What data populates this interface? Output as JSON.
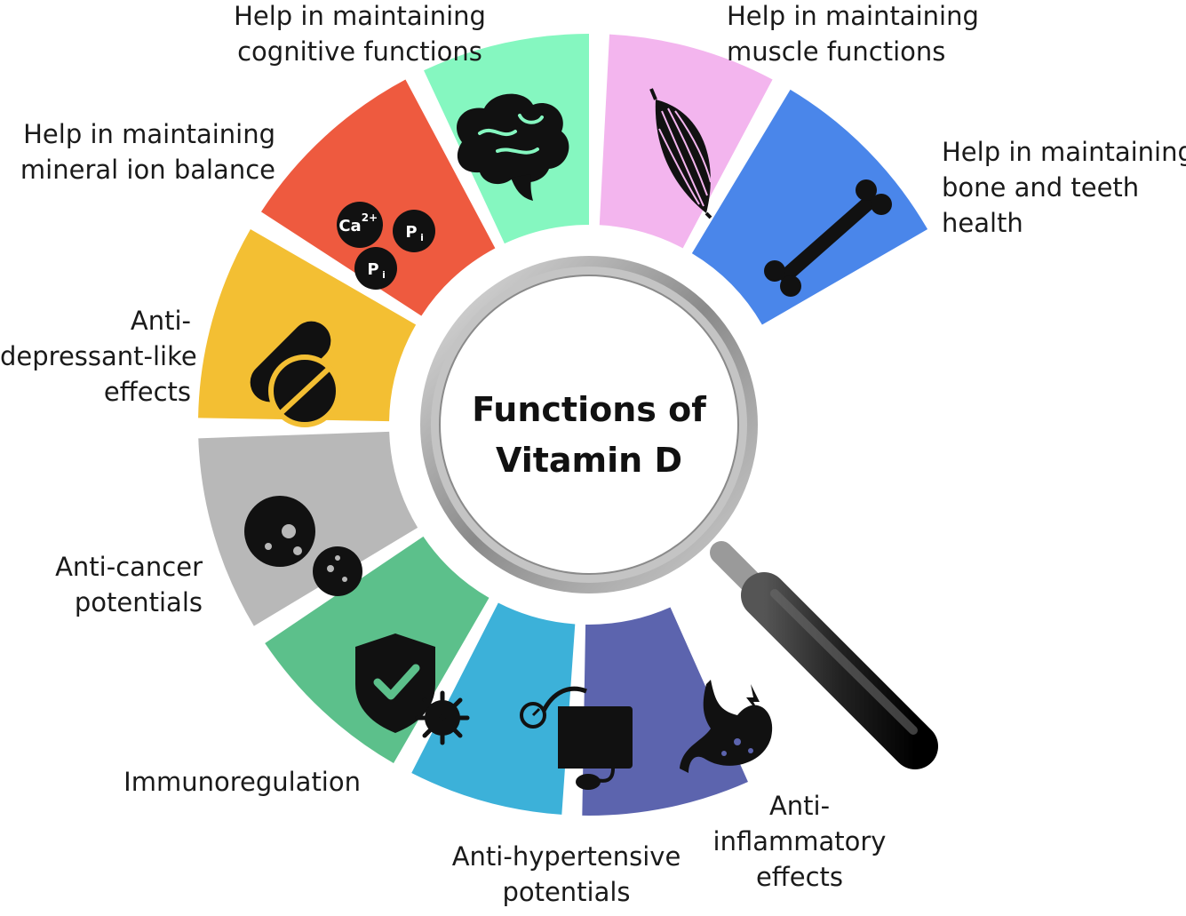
{
  "title": {
    "line1": "Functions of",
    "line2": "Vitamin D"
  },
  "segments": [
    {
      "id": "mineral",
      "color": "#ee5a3f",
      "icon": "mineral-ions-icon",
      "label": [
        "Help in maintaining",
        "mineral ion balance"
      ],
      "ions": [
        "Ca",
        "2+",
        "P",
        "i",
        "P",
        "i"
      ]
    },
    {
      "id": "cognitive",
      "color": "#85f7c0",
      "icon": "brain-icon",
      "label": [
        "Help in maintaining",
        "cognitive functions"
      ]
    },
    {
      "id": "muscle",
      "color": "#f3b5ee",
      "icon": "muscle-icon",
      "label": [
        "Help in maintaining",
        "muscle functions"
      ]
    },
    {
      "id": "bone",
      "color": "#4a86ea",
      "icon": "bone-icon",
      "label": [
        "Help in maintaining",
        "bone and teeth",
        "health"
      ]
    },
    {
      "id": "antidepressant",
      "color": "#f3bf33",
      "icon": "pill-icon",
      "label": [
        "Anti-",
        "depressant-like",
        "effects"
      ]
    },
    {
      "id": "anticancer",
      "color": "#b8b8b8",
      "icon": "cancer-cell-icon",
      "label": [
        "Anti-cancer",
        "potentials"
      ]
    },
    {
      "id": "immuno",
      "color": "#5cc08b",
      "icon": "shield-virus-icon",
      "label": [
        "Immunoregulation"
      ]
    },
    {
      "id": "antihypertensive",
      "color": "#3cb1d9",
      "icon": "blood-pressure-icon",
      "label": [
        "Anti-hypertensive",
        "potentials"
      ]
    },
    {
      "id": "antiinflammatory",
      "color": "#5c64ae",
      "icon": "stomach-icon",
      "label": [
        "Anti-",
        "inflammatory",
        "effects"
      ]
    }
  ],
  "magnifier": {
    "icon": "magnifying-glass-icon"
  }
}
